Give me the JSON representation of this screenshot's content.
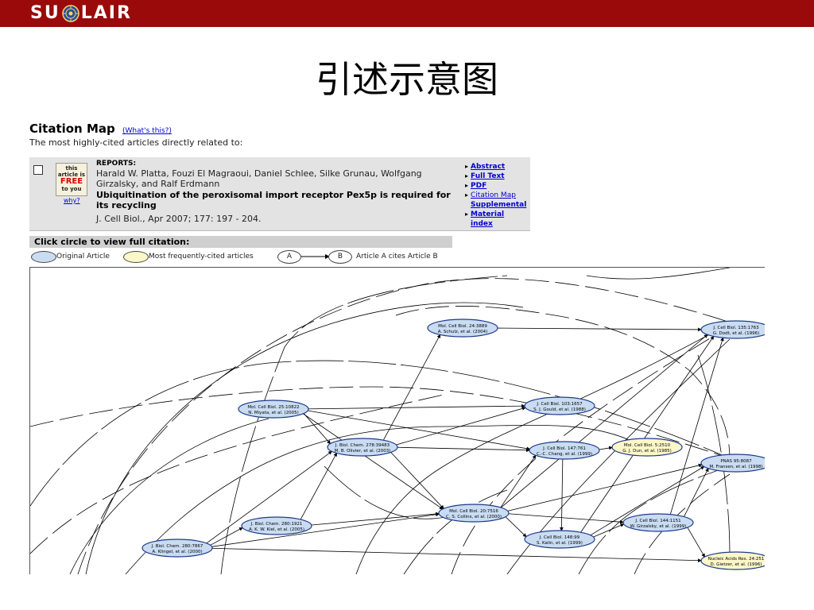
{
  "header": {
    "brand": "SU",
    "brand2": "LAIR",
    "brand_icon": "seal-icon",
    "bar_color": "#9a0a0a"
  },
  "slide": {
    "title": "引述示意图"
  },
  "citation_map": {
    "title": "Citation Map",
    "help_link": "(What's this?)",
    "subtitle": "The most highly-cited articles directly related to:"
  },
  "article": {
    "badge_top": "this article is",
    "badge_free": "FREE",
    "badge_bottom": "to you",
    "why": "why?",
    "section": "REPORTS:",
    "authors": "Harald W. Platta, Fouzi El Magraoui, Daniel Schlee, Silke Grunau, Wolfgang Girzalsky, and Ralf Erdmann",
    "title": "Ubiquitination of the peroxisomal import receptor Pex5p is required for its recycling",
    "journal": "J. Cell Biol., Apr 2007; 177: 197 - 204.",
    "links": [
      "Abstract",
      "Full Text",
      "PDF",
      "Citation Map",
      "Supplemental",
      "Material",
      "index"
    ]
  },
  "instructions": {
    "click_bar": "Click circle to view full citation:"
  },
  "legend": {
    "original": "Original Article",
    "frequent": "Most frequently-cited articles",
    "node_a": "A",
    "node_b": "B",
    "relation": "Article A cites Article B",
    "original_color": "#c9dcf2",
    "frequent_color": "#fbf7c8"
  },
  "nodes": [
    {
      "id": "n1",
      "line1": "Mol. Cell Biol. 24:3889",
      "line2": "A. Schulz, et al. (2004)",
      "color": "#c9dcf2"
    },
    {
      "id": "n2",
      "line1": "J. Cell Biol. 135:1763",
      "line2": "G. Dodt, et al. (1996)",
      "color": "#c9dcf2"
    },
    {
      "id": "n3",
      "line1": "Mol. Cell Biol. 25:10822",
      "line2": "N. Miyata, et al. (2005)",
      "color": "#c9dcf2"
    },
    {
      "id": "n4",
      "line1": "J. Cell Biol. 103:1657",
      "line2": "S. J. Gould, et al. (1988)",
      "color": "#c9dcf2"
    },
    {
      "id": "n5",
      "line1": "J. Biol. Chem. 278:39483",
      "line2": "M. B. Olivier, et al. (2003)",
      "color": "#c9dcf2"
    },
    {
      "id": "n6",
      "line1": "J. Cell Biol. 147:761",
      "line2": "C.-C. Chang, et al. (1999)",
      "color": "#c9dcf2"
    },
    {
      "id": "n7",
      "line1": "Mol. Cell Biol. 5:2510",
      "line2": "G. J. Dun, et al. (1985)",
      "color": "#fbf7c8"
    },
    {
      "id": "n8",
      "line1": "PNAS 95:8087",
      "line2": "M. Fransen, et al. (1998)",
      "color": "#c9dcf2"
    },
    {
      "id": "n9",
      "line1": "Mol. Cell Biol. 20:7516",
      "line2": "C. S. Collins, et al. (2000)",
      "color": "#c9dcf2"
    },
    {
      "id": "n10",
      "line1": "J. Biol. Chem. 280:1921",
      "line2": "A. K. W. Kiel, et al. (2005)",
      "color": "#c9dcf2"
    },
    {
      "id": "n11",
      "line1": "J. Cell Biol. 144:1151",
      "line2": "W. Girzalsky, et al. (1999)",
      "color": "#c9dcf2"
    },
    {
      "id": "n12",
      "line1": "J. Biol. Chem. 280:7867",
      "line2": "A. Klingel, et al. (2000)",
      "color": "#c9dcf2"
    },
    {
      "id": "n13",
      "line1": "J. Cell Biol. 148:99",
      "line2": "S. Kalin, et al. (1999)",
      "color": "#c9dcf2"
    },
    {
      "id": "n14",
      "line1": "Nucleic Acids Res. 24:251",
      "line2": "D. Gietzer, et al. (1996)",
      "color": "#fbf7c8"
    }
  ]
}
